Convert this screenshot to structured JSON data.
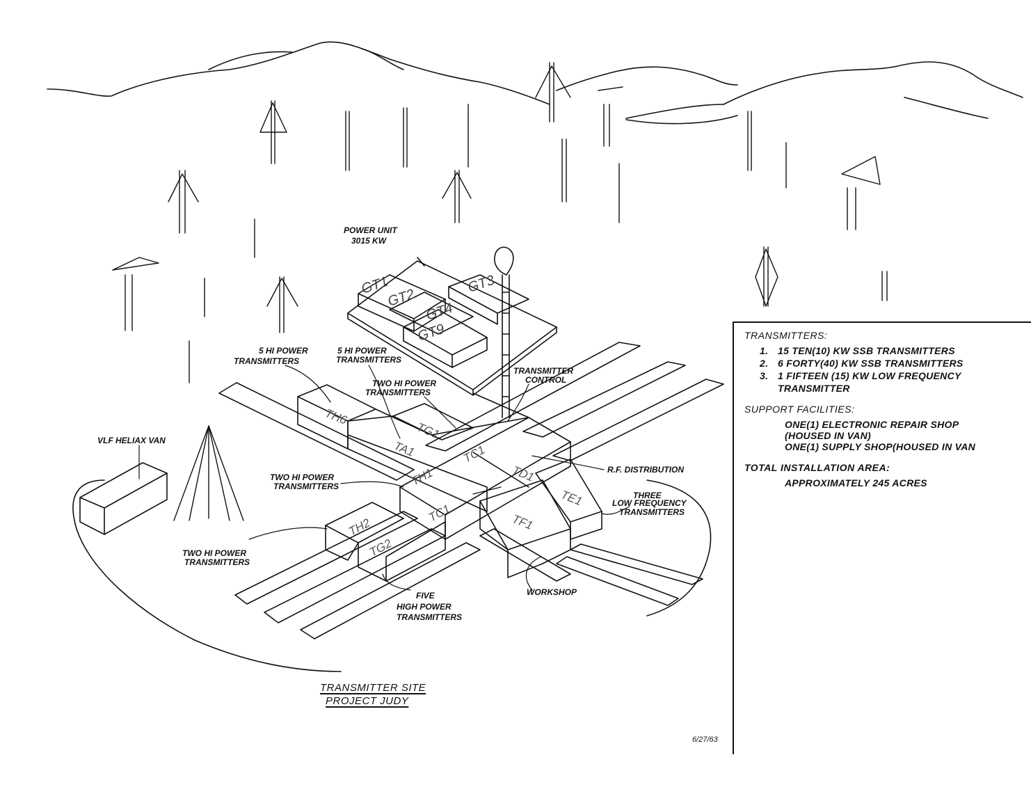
{
  "caption": {
    "line1": "TRANSMITTER SITE",
    "line2": "PROJECT JUDY"
  },
  "date": "6/27/63",
  "labels": {
    "power_unit": [
      "POWER UNIT",
      "3015 KW"
    ],
    "five_hi_power_left": [
      "5 HI POWER",
      "TRANSMITTERS"
    ],
    "five_hi_power_center": [
      "5 HI POWER",
      "TRANSMITTERS"
    ],
    "two_hi_power_top": [
      "TWO HI POWER",
      "TRANSMITTERS"
    ],
    "transmitter_control": [
      "TRANSMITTER",
      "CONTROL"
    ],
    "vlf_van": "VLF HELIAX VAN",
    "two_hi_power_mid": [
      "TWO HI POWER",
      "TRANSMITTERS"
    ],
    "rf_distribution": "R.F. DISTRIBUTION",
    "three_low_freq": [
      "THREE",
      "LOW FREQUENCY",
      "TRANSMITTERS"
    ],
    "two_hi_power_bottom": [
      "TWO HI POWER",
      "TRANSMITTERS"
    ],
    "workshop": "WORKSHOP",
    "five_high_power": [
      "FIVE",
      "HIGH POWER",
      "TRANSMITTERS"
    ]
  },
  "boxes": {
    "gt1": "GT1",
    "gt2": "GT2",
    "gt3": "GT3",
    "gt4": "GT4",
    "gt9": "GT9",
    "th6": "TH6",
    "ta1": "TA1",
    "tg1": "TG1",
    "tc1": "TC1",
    "th1": "TH1",
    "td1": "TD1",
    "th2": "TH2",
    "tc1b": "TC1",
    "tg2": "TG2",
    "tf1": "TF1",
    "te1": "TE1"
  },
  "legend": {
    "transmitters_heading": "TRANSMITTERS:",
    "transmitters": [
      {
        "num": "1.",
        "text": "15 TEN(10) KW SSB TRANSMITTERS"
      },
      {
        "num": "2.",
        "text": "6 FORTY(40) KW SSB TRANSMITTERS"
      },
      {
        "num": "3.",
        "text": "1 FIFTEEN (15) KW LOW FREQUENCY"
      }
    ],
    "transmitters_cont": "TRANSMITTER",
    "support_heading": "SUPPORT FACILITIES:",
    "support": [
      "ONE(1) ELECTRONIC REPAIR SHOP",
      "(HOUSED IN VAN)",
      "ONE(1) SUPPLY SHOP(HOUSED IN VAN"
    ],
    "area_heading": "TOTAL INSTALLATION AREA:",
    "area_value": "APPROXIMATELY 245 ACRES"
  }
}
